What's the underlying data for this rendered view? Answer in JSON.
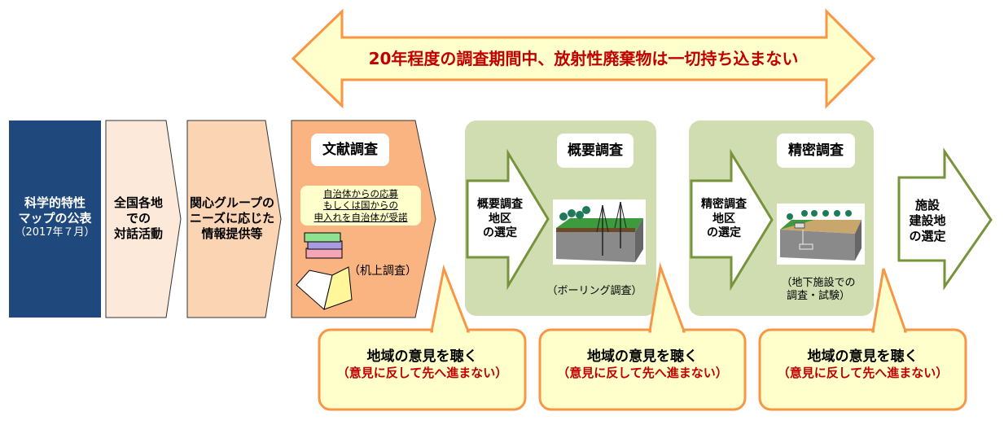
{
  "banner": "20年程度の調査期間中、放射性廃棄物は一切持ち込まない",
  "steps": {
    "map": {
      "line1": "科学的特性",
      "line2": "マップの公表",
      "line3": "（2017年７月）"
    },
    "dialogue": {
      "line1": "全国各地",
      "line2": "での",
      "line3": "対話活動"
    },
    "info": {
      "line1": "関心グループの",
      "line2": "ニーズに応じた",
      "line3": "情報提供等"
    },
    "literature": {
      "title": "文献調査",
      "note1": "自治体からの応募",
      "note2": "もしくは国からの",
      "note3": "申入れを自治体が受諾",
      "desk": "（机上調査）"
    },
    "overview": {
      "title": "概要調査",
      "arrow1": "概要調査",
      "arrow2": "地区",
      "arrow3": "の選定",
      "caption": "（ボーリング調査）"
    },
    "detailed": {
      "title": "精密調査",
      "arrow1": "精密調査",
      "arrow2": "地区",
      "arrow3": "の選定",
      "caption1": "（地下施設での",
      "caption2": "調査・試験）"
    },
    "final": {
      "line1": "施設",
      "line2": "建設地",
      "line3": "の選定"
    }
  },
  "callouts": [
    {
      "line1": "地域の意見を聴く",
      "line2": "（意見に反して先へ進まない）"
    },
    {
      "line1": "地域の意見を聴く",
      "line2": "（意見に反して先へ進まない）"
    },
    {
      "line1": "地域の意見を聴く",
      "line2": "（意見に反して先へ進まない）"
    }
  ],
  "colors": {
    "navy": "#1f497d",
    "orange": "#f79646",
    "green": "#77933c",
    "red": "#c00000"
  }
}
